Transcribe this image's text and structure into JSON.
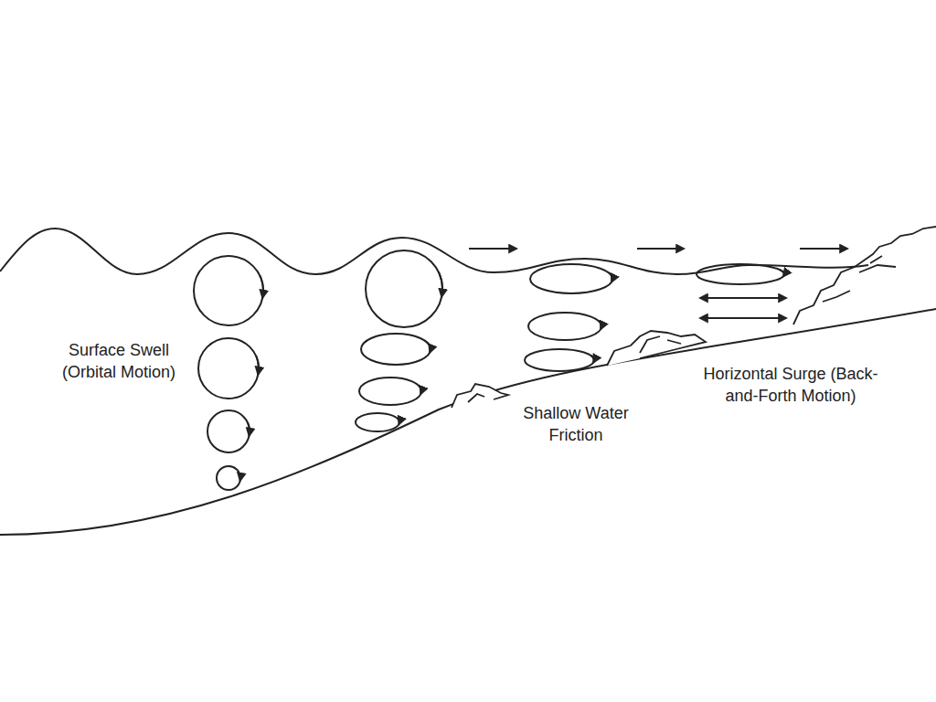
{
  "diagram": {
    "labels": [
      "Surface Swell (Orbital Motion)",
      "Shallow Water Friction",
      "Horizontal Surge (Back-and-Forth Motion)"
    ]
  }
}
